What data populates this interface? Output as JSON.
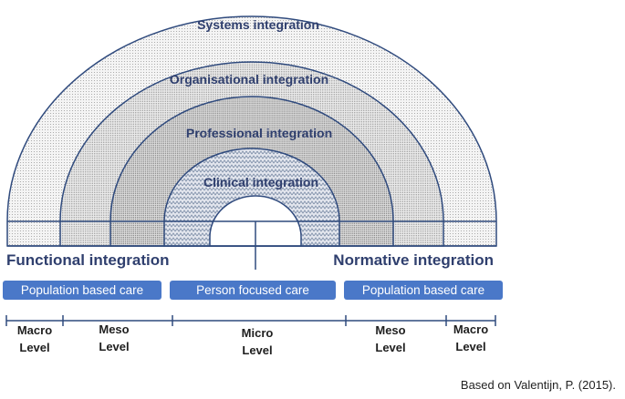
{
  "rings": {
    "systems": "Systems integration",
    "organisational": "Organisational integration",
    "professional": "Professional  integration",
    "clinical": "Clinical integration"
  },
  "sides": {
    "left": "Functional integration",
    "right": "Normative integration"
  },
  "care_bars": {
    "left": "Population based care",
    "center": "Person focused care",
    "right": "Population based care"
  },
  "levels": [
    {
      "line1": "Macro",
      "line2": "Level"
    },
    {
      "line1": "Meso",
      "line2": "Level"
    },
    {
      "line1": "Micro",
      "line2": "Level"
    },
    {
      "line1": "Meso",
      "line2": "Level"
    },
    {
      "line1": "Macro",
      "line2": "Level"
    }
  ],
  "source": "Based on Valentijn, P. (2015).",
  "colors": {
    "stroke": "#2f4a7d",
    "text": "#2f3f6e",
    "bar_fill": "#4a78c8",
    "dots": "#a9a9a9",
    "hatch": "#7e8fa8"
  }
}
